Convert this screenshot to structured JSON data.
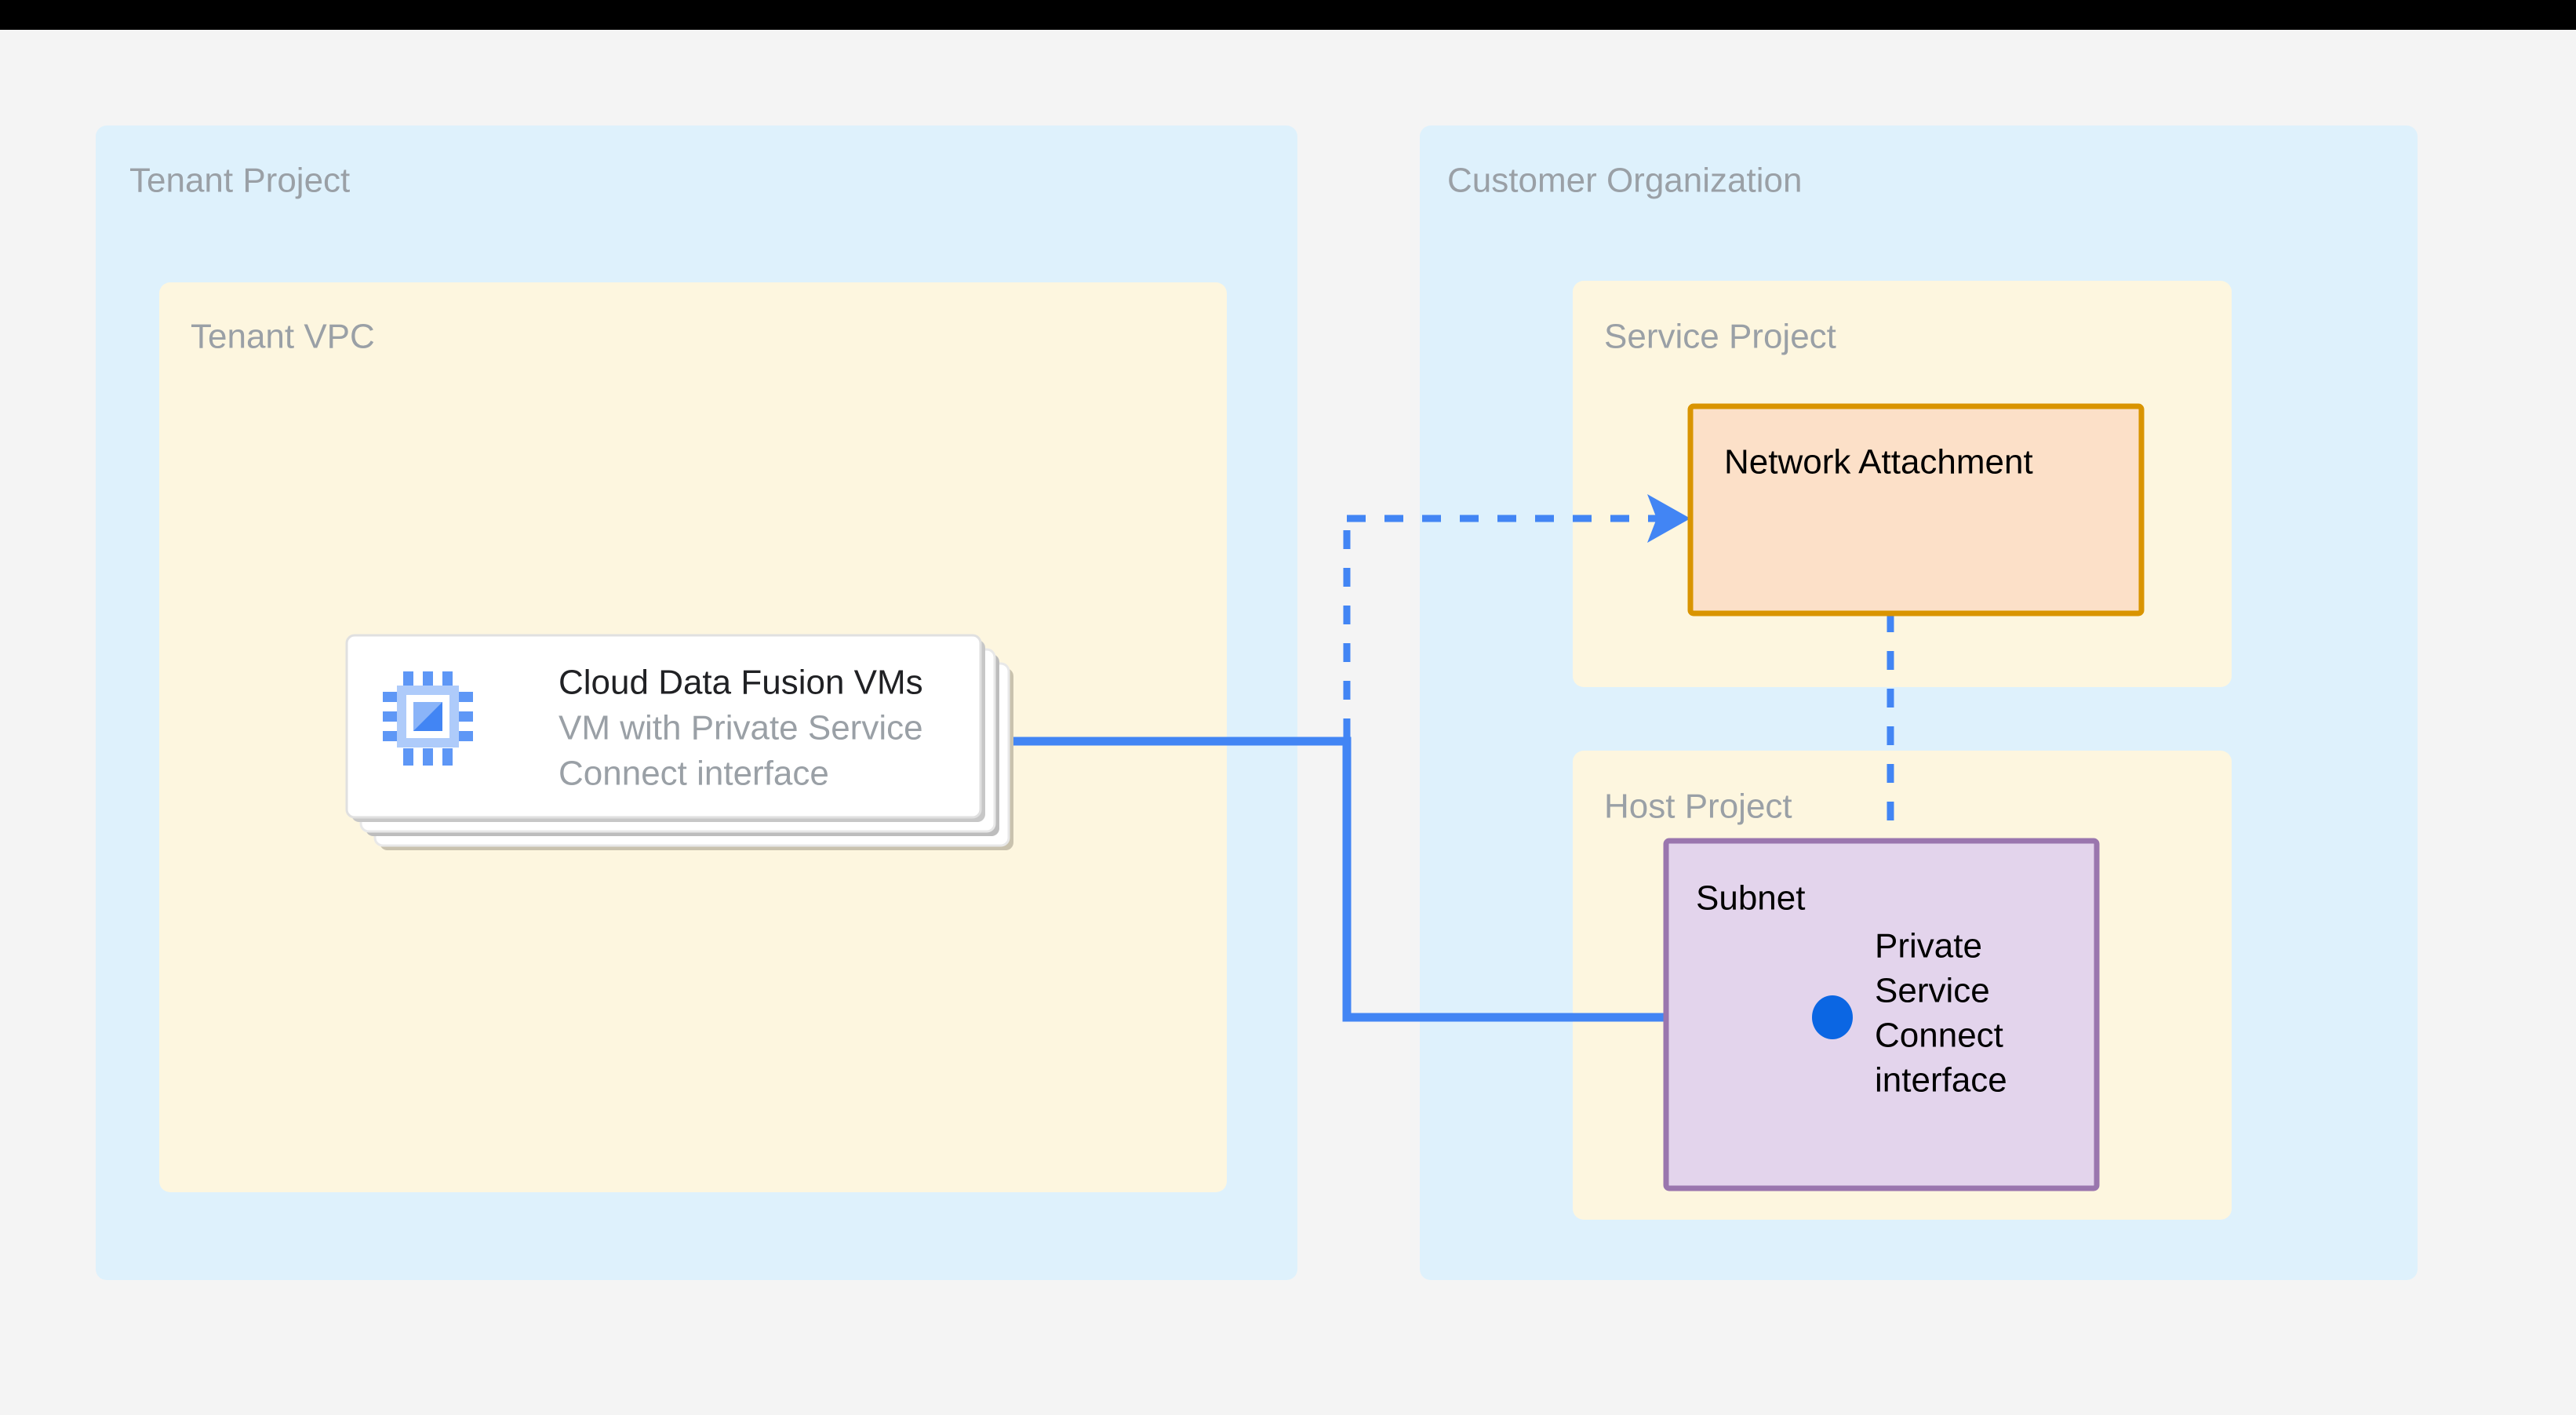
{
  "page": {
    "background": "#F4F4F4",
    "topbar_color": "#000000"
  },
  "groups": {
    "tenant_project": {
      "label": "Tenant Project",
      "fill": "#DEF1FC"
    },
    "tenant_vpc": {
      "label": "Tenant VPC",
      "fill": "#FDF6DF"
    },
    "customer_org": {
      "label": "Customer Organization",
      "fill": "#DEF1FC"
    },
    "service_project": {
      "label": "Service Project",
      "fill": "#FDF6DF"
    },
    "host_project": {
      "label": "Host Project",
      "fill": "#FDF6DF"
    }
  },
  "nodes": {
    "vm_card": {
      "title": "Cloud Data Fusion VMs",
      "subtitle_line1": "VM with Private Service",
      "subtitle_line2": "Connect interface",
      "icon": "compute-engine-chip-icon",
      "icon_colors": {
        "frame": "#AECBFA",
        "pins": "#5E97F6",
        "wedge": "#669DF6",
        "wedge_dark": "#4285F4"
      },
      "stack_count": 3,
      "fill": "#FFFFFF",
      "shadow": "#BDBDBD"
    },
    "network_attachment": {
      "label": "Network Attachment",
      "fill": "#FCE0C8",
      "border": "#D99400"
    },
    "subnet": {
      "label": "Subnet",
      "fill": "#E3D4EC",
      "border": "#9A76AE"
    },
    "psc_interface": {
      "line1": "Private",
      "line2": "Service",
      "line3": "Connect",
      "line4": "interface",
      "dot_color": "#0B66E3"
    }
  },
  "connections": {
    "accent": "#4285F4",
    "vm_to_attachment": {
      "style": "dashed",
      "label": ""
    },
    "attachment_to_subnet": {
      "style": "dashed",
      "label": ""
    },
    "vm_to_interface": {
      "style": "solid",
      "label": ""
    }
  }
}
